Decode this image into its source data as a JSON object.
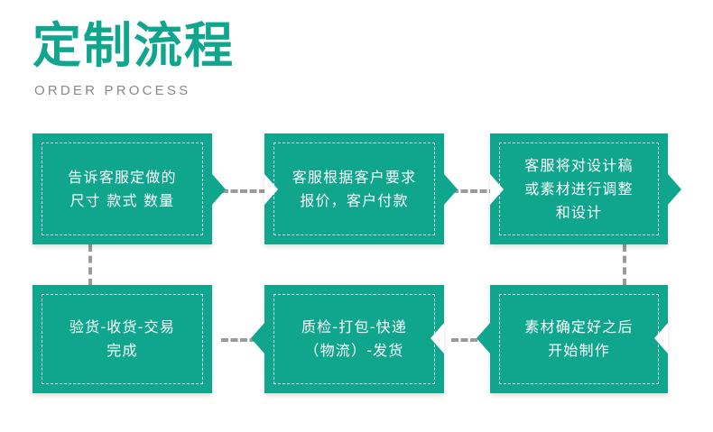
{
  "header": {
    "title": "定制流程",
    "subtitle": "ORDER PROCESS",
    "accent_color": "#0FA68D",
    "subtitle_color": "#8a8a8a"
  },
  "flow": {
    "box_color": "#0FA68D",
    "text_color": "#ffffff",
    "connector_color": "#9a9a9a",
    "steps": [
      {
        "id": 1,
        "text": "告诉客服定做的\n尺寸 款式 数量"
      },
      {
        "id": 2,
        "text": "客服根据客户要求\n报价，客户付款"
      },
      {
        "id": 3,
        "text": "客服将对设计稿\n或素材进行调整\n和设计"
      },
      {
        "id": 4,
        "text": "素材确定好之后\n开始制作"
      },
      {
        "id": 5,
        "text": "质检-打包-快递\n（物流）-发货"
      },
      {
        "id": 6,
        "text": "验货-收货-交易\n完成"
      }
    ]
  }
}
